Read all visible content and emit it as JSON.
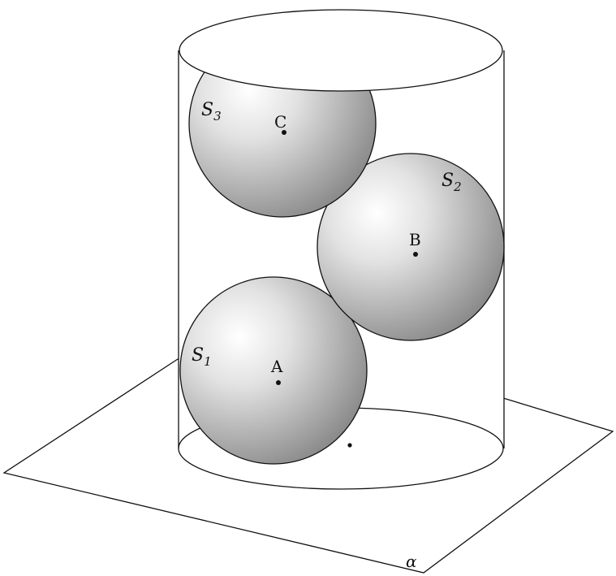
{
  "labels": {
    "sphere_1": "S",
    "sphere_1_sub": "1",
    "sphere_2": "S",
    "sphere_2_sub": "2",
    "sphere_3": "S",
    "sphere_3_sub": "3",
    "point_a": "A",
    "point_b": "B",
    "point_c": "C",
    "plane": "α"
  },
  "colors": {
    "stroke": "#111111",
    "sphere_highlight": "#ffffff",
    "sphere_shadow": "#8a8a8a",
    "background": "#ffffff"
  }
}
